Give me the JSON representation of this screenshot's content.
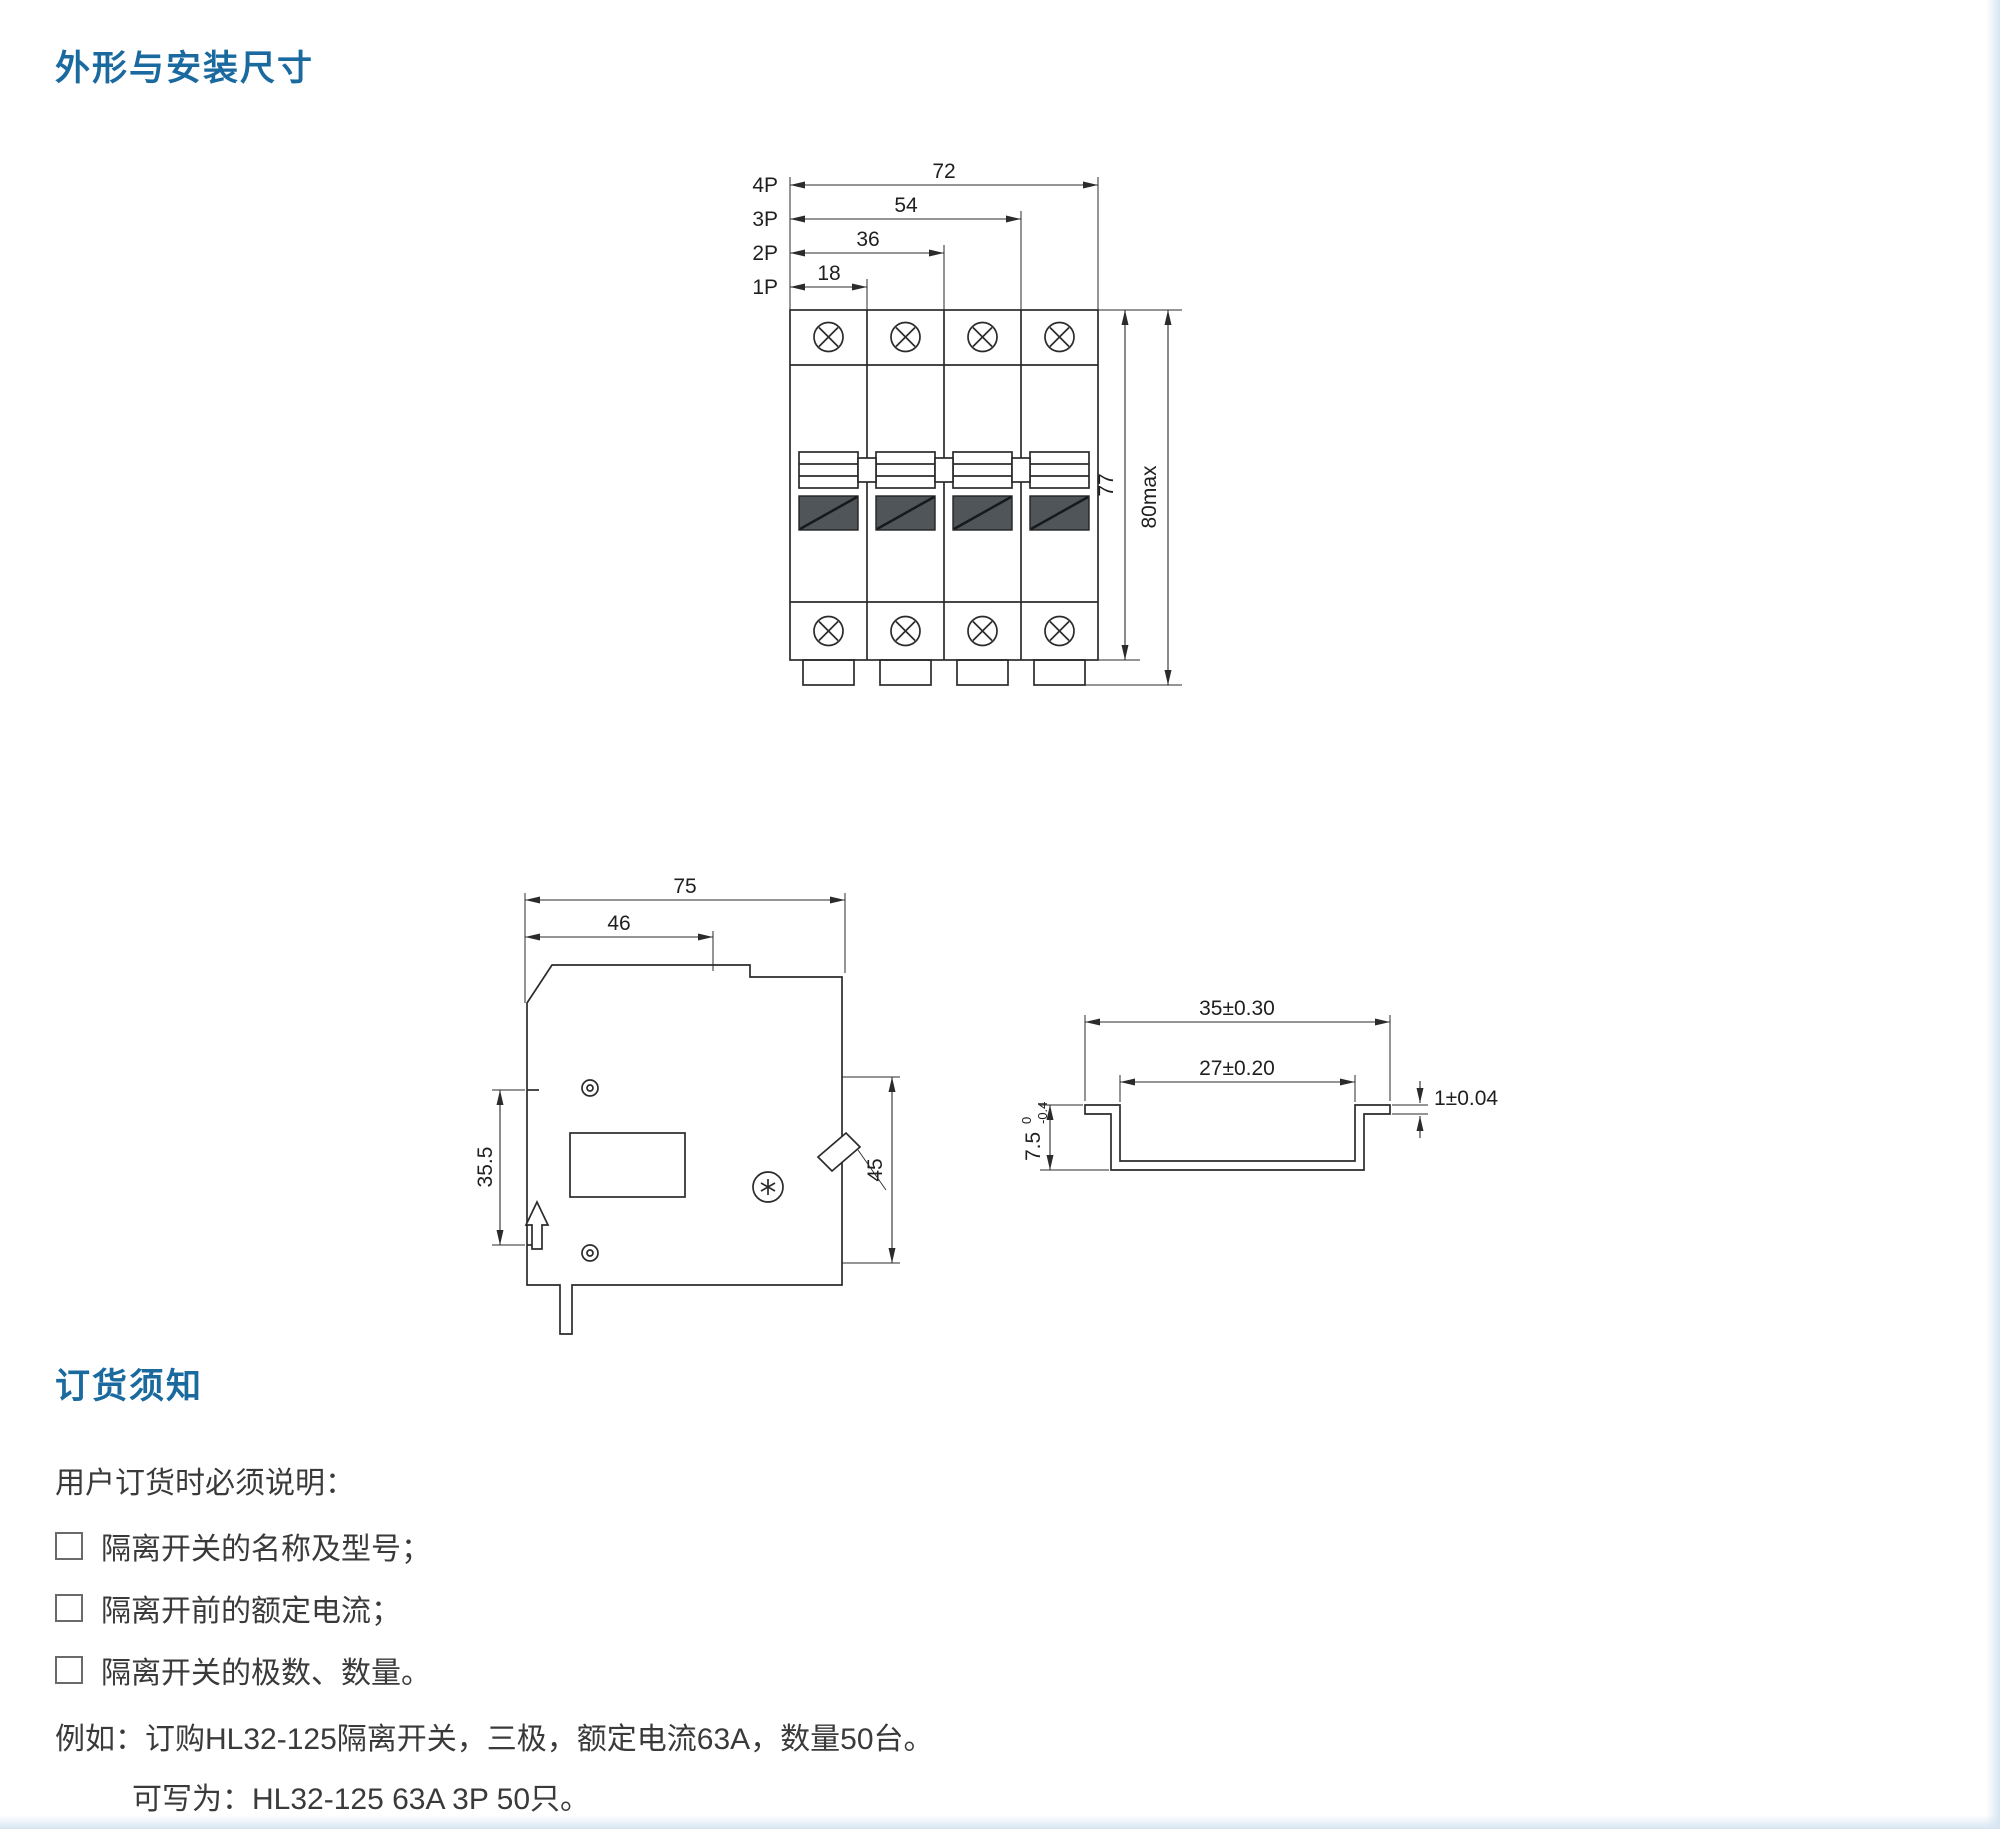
{
  "page": {
    "outline_title": "外形与安装尺寸",
    "ordering_title": "订货须知"
  },
  "front_view": {
    "pole_labels": [
      "4P",
      "3P",
      "2P",
      "1P"
    ],
    "width_dims": [
      "72",
      "54",
      "36",
      "18"
    ],
    "body_height": "77",
    "overall_height": "80max"
  },
  "side_view": {
    "overall_width": "75",
    "upper_width": "46",
    "rail_slot_height": "35.5",
    "front_height": "45"
  },
  "din_rail": {
    "overall_width": "35±0.30",
    "inner_width": "27±0.20",
    "thickness": "1±0.04",
    "depth": "7.5",
    "depth_tol_upper": "0",
    "depth_tol_lower": "-0.4"
  },
  "ordering": {
    "intro": "用户订货时必须说明：",
    "items": [
      "隔离开关的名称及型号；",
      "隔离开前的额定电流；",
      "隔离开关的极数、数量。"
    ],
    "example_line1": "例如：订购HL32-125隔离开关，三极，额定电流63A，数量50台。",
    "example_line2": "可写为：HL32-125 63A  3P 50只。"
  }
}
